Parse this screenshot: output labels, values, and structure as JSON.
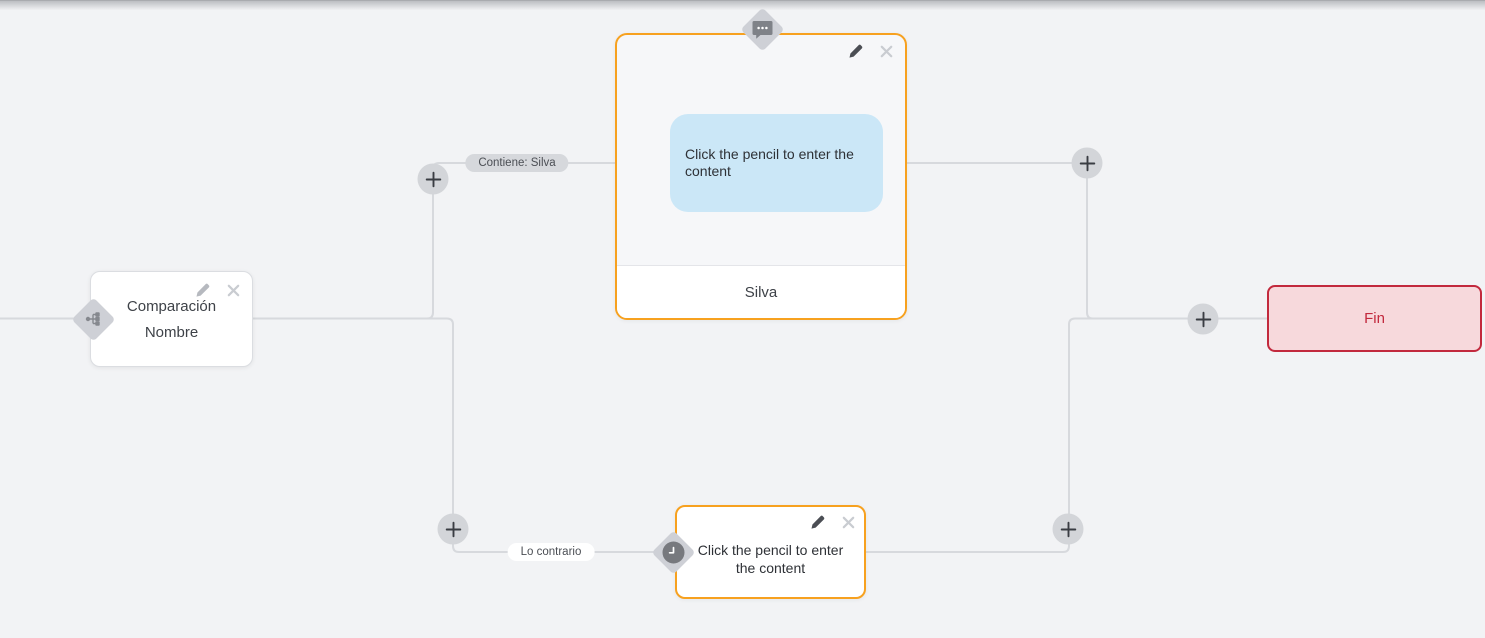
{
  "colors": {
    "canvas_bg": "#f2f3f5",
    "edge": "#d7d9dd",
    "accent_orange": "#f7a11f",
    "end_border": "#c2293d",
    "end_bg": "#f7d9dc",
    "bubble_blue": "#cbe7f7"
  },
  "edge_labels": {
    "contains": "Contiene: Silva",
    "otherwise": "Lo contrario"
  },
  "nodes": {
    "comparison": {
      "title_line1": "Comparación",
      "title_line2": "Nombre"
    },
    "message": {
      "content_placeholder": "Click the pencil to enter the content",
      "quick_reply": "Silva"
    },
    "wait": {
      "content_placeholder": "Click the pencil to enter the content"
    },
    "end": {
      "label": "Fin"
    }
  },
  "icons": {
    "edit": "pencil-icon",
    "delete": "close-icon",
    "add": "plus-icon",
    "comparison_badge": "branch-icon",
    "message_badge": "speech-bubble-icon",
    "wait_badge": "clock-icon"
  }
}
